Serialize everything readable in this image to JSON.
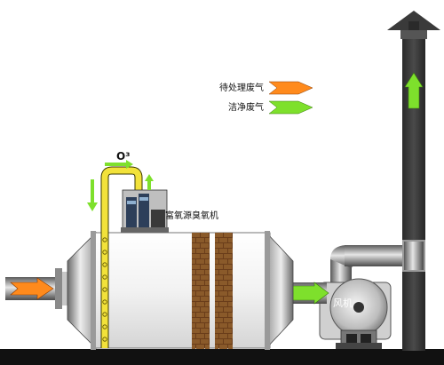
{
  "legend": {
    "untreated": {
      "label": "待处理废气",
      "color": "#ff8a1c"
    },
    "clean": {
      "label": "洁净废气",
      "color": "#7ee02c"
    }
  },
  "labels": {
    "ozone": "O³",
    "generator": "富氧源臭氧机",
    "fan": "风机"
  },
  "colors": {
    "pipe_yellow": "#f2e23a",
    "stack": "#3b3b3b",
    "steel_light": "#e8e8e8",
    "steel_dark": "#8a8a8a",
    "filter_brown": "#6a3d1a",
    "ground": "#111111"
  }
}
